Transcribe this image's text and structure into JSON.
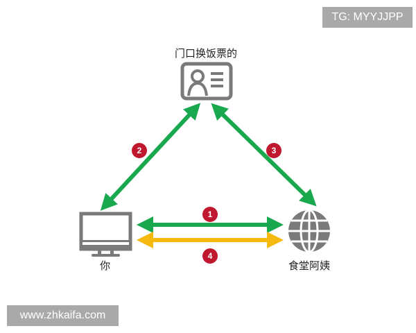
{
  "watermarks": {
    "top_right": "TG: MYYJJPP",
    "bottom_left": "www.zhkaifa.com"
  },
  "nodes": {
    "id_card": {
      "label": "门口换饭票的",
      "icon": "id-card-icon"
    },
    "you": {
      "label": "你",
      "icon": "monitor-icon"
    },
    "canteen": {
      "label": "食堂阿姨",
      "icon": "globe-icon"
    }
  },
  "steps": [
    {
      "number": "1",
      "between": "you-canteen",
      "color": "#1aa84f"
    },
    {
      "number": "2",
      "between": "you-id_card",
      "color": "#1aa84f"
    },
    {
      "number": "3",
      "between": "id_card-canteen",
      "color": "#1aa84f"
    },
    {
      "number": "4",
      "between": "you-canteen",
      "color": "#f5b90f"
    }
  ],
  "colors": {
    "green_arrow": "#1aa84f",
    "yellow_arrow": "#f5b90f",
    "badge": "#c0182e",
    "icon_gray": "#7a7a7a",
    "watermark_bg": "#a9a9a9"
  }
}
